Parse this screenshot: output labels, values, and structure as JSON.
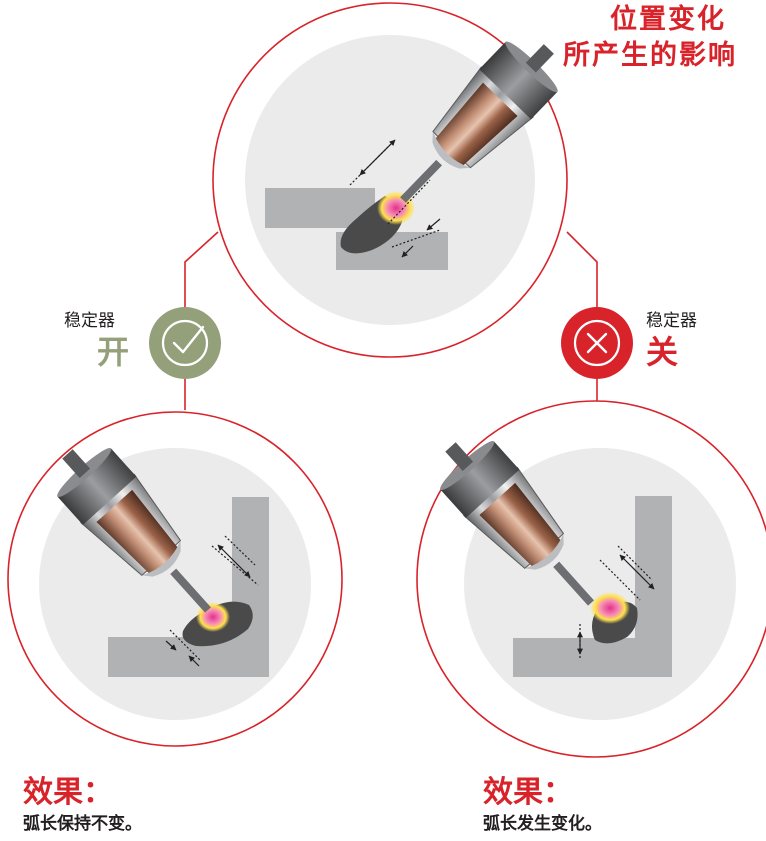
{
  "title": {
    "line1": "位置变化",
    "line2": "所产生的影响"
  },
  "left": {
    "stabilizer_label": "稳定器",
    "stabilizer_state": "开",
    "effect_heading": "效果：",
    "effect_text": "弧长保持不变。",
    "state_icon": "check-icon"
  },
  "right": {
    "stabilizer_label": "稳定器",
    "stabilizer_state": "关",
    "effect_heading": "效果：",
    "effect_text": "弧长发生变化。",
    "state_icon": "close-icon"
  },
  "colors": {
    "accent_red": "#d8232a",
    "on_green": "#93a07a",
    "circle_bg": "#ebebeb",
    "plate_gray": "#b1b2b4",
    "arc_pink": "#e6308a",
    "arc_yellow": "#ffe14d",
    "weld_dark": "#4a4a4a"
  }
}
